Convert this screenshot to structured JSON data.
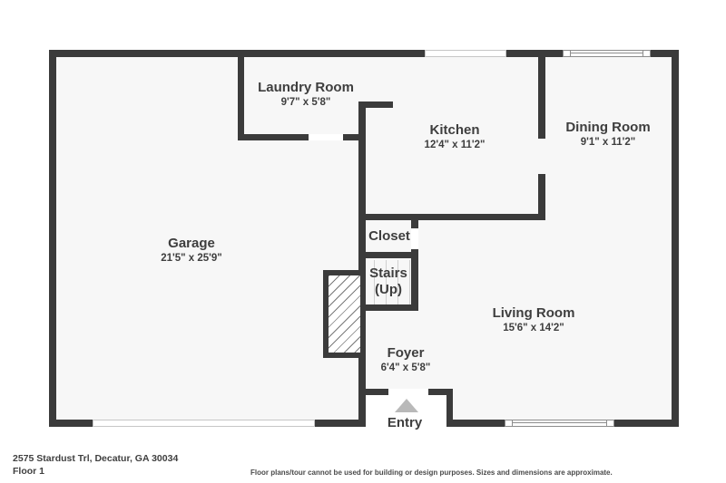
{
  "meta": {
    "address": "2575 Stardust Trl, Decatur, GA 30034",
    "floor_label": "Floor 1",
    "disclaimer": "Floor plans/tour cannot be used for building or design purposes. Sizes and dimensions are approximate."
  },
  "colors": {
    "wall": "#3b3b3b",
    "floor": "#f7f7f7",
    "label_text": "#3e3e3e",
    "entry_arrow": "#b9b9b9"
  },
  "rooms": [
    {
      "id": "laundry",
      "name": "Laundry Room",
      "dims": "9'7\" x 5'8\""
    },
    {
      "id": "kitchen",
      "name": "Kitchen",
      "dims": "12'4\" x 11'2\""
    },
    {
      "id": "dining",
      "name": "Dining Room",
      "dims": "9'1\" x 11'2\""
    },
    {
      "id": "garage",
      "name": "Garage",
      "dims": "21'5\" x 25'9\""
    },
    {
      "id": "closet",
      "name": "Closet",
      "dims": ""
    },
    {
      "id": "stairs",
      "name": "Stairs",
      "dims": "(Up)"
    },
    {
      "id": "living",
      "name": "Living Room",
      "dims": "15'6\" x 14'2\""
    },
    {
      "id": "foyer",
      "name": "Foyer",
      "dims": "6'4\" x 5'8\""
    },
    {
      "id": "entry",
      "name": "Entry",
      "dims": ""
    }
  ]
}
